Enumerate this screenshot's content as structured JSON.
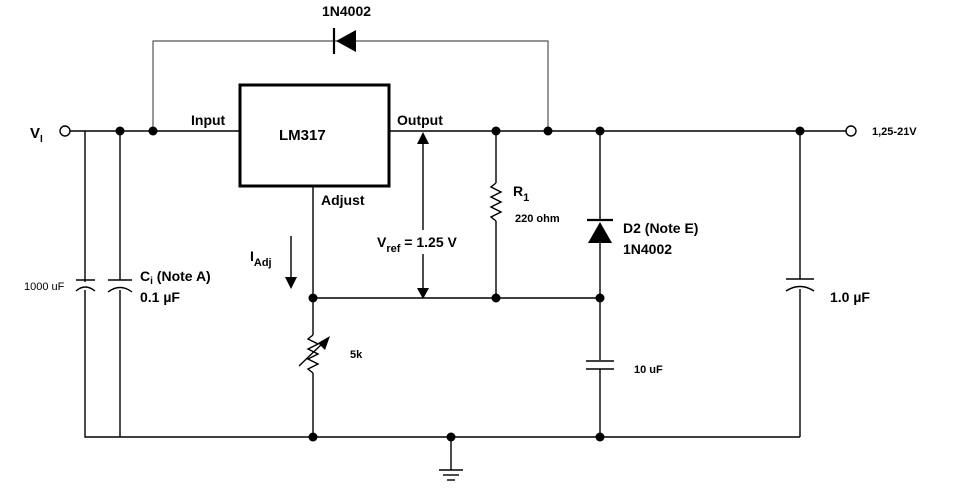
{
  "diagram": {
    "feedback_diode": "1N4002",
    "input_terminal": {
      "main": "V",
      "sub": "I"
    },
    "output_terminal": "1,25-21V",
    "regulator": {
      "name": "LM317",
      "pin_input": "Input",
      "pin_output": "Output",
      "pin_adjust": "Adjust"
    },
    "adjust_current": {
      "main": "I",
      "sub": "Adj"
    },
    "vref": {
      "main": "V",
      "sub": "ref",
      "rest": " = 1.25 V"
    },
    "c_bulk": "1000 uF",
    "ci": {
      "main": "C",
      "sub": "i",
      "note": " (Note A)",
      "value": "0.1 µF"
    },
    "r1": {
      "main": "R",
      "sub": "1",
      "value": "220 ohm"
    },
    "pot": "5k",
    "d2": {
      "label": "D2 (Note E)",
      "part": "1N4002"
    },
    "c_adj": "10 uF",
    "c_out": "1.0 µF"
  }
}
